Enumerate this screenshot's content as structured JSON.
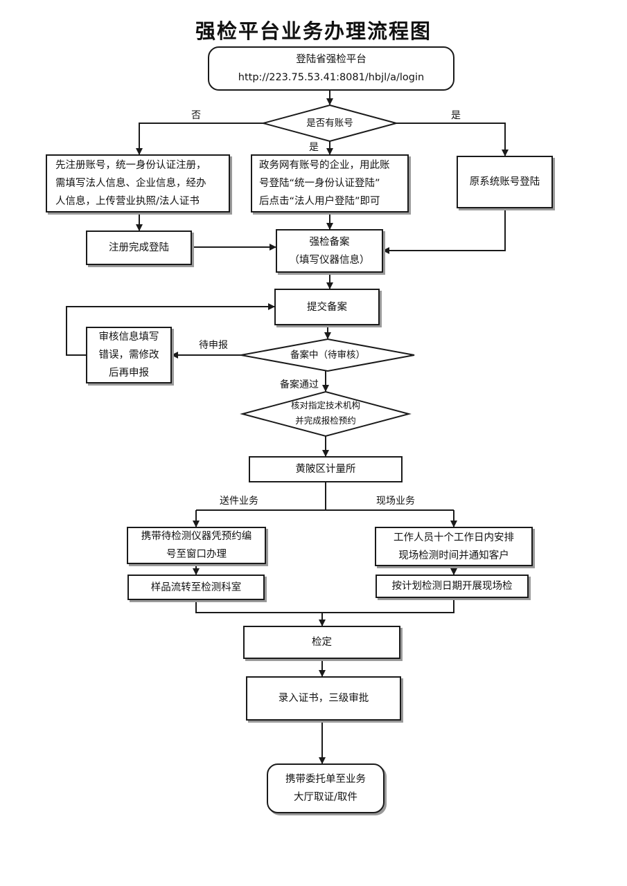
{
  "title": "强检平台业务办理流程图",
  "nodes": {
    "login": [
      "登陆省强检平台",
      "http://223.75.53.41:8081/hbjl/a/login"
    ],
    "has_account": "是否有账号",
    "register": [
      "先注册账号，统一身份认证注册，",
      "需填写法人信息、企业信息，经办",
      "人信息，上传营业执照/法人证书"
    ],
    "gov_account": [
      "政务网有账号的企业，用此账",
      "号登陆“统一身份认证登陆”",
      "后点击“法人用户登陆”即可"
    ],
    "original_login": "原系统账号登陆",
    "register_done": "注册完成登陆",
    "filing": [
      "强检备案",
      "（填写仪器信息）"
    ],
    "submit": "提交备案",
    "review_error": [
      "审核信息填写",
      "错误，需修改",
      "后再申报"
    ],
    "pending": "备案中（待审核）",
    "verify": [
      "核对指定技术机构",
      "并完成报检预约"
    ],
    "institute": "黄陂区计量所",
    "bring_instrument": [
      "携带待检测仪器凭预约编",
      "号至窗口办理"
    ],
    "sample_flow": "样品流转至检测科室",
    "staff_arrange": [
      "工作人员十个工作日内安排",
      "现场检测时间并通知客户"
    ],
    "onsite_plan": "按计划检测日期开展现场检",
    "inspect": "检定",
    "certificate": "录入证书，三级审批",
    "pickup": [
      "携带委托单至业务",
      "大厅取证/取件"
    ]
  },
  "labels": {
    "no": "否",
    "yes_center": "是",
    "yes_right": "是",
    "to_declare": "待申报",
    "approved": "备案通过",
    "send_business": "送件业务",
    "onsite_business": "现场业务"
  }
}
